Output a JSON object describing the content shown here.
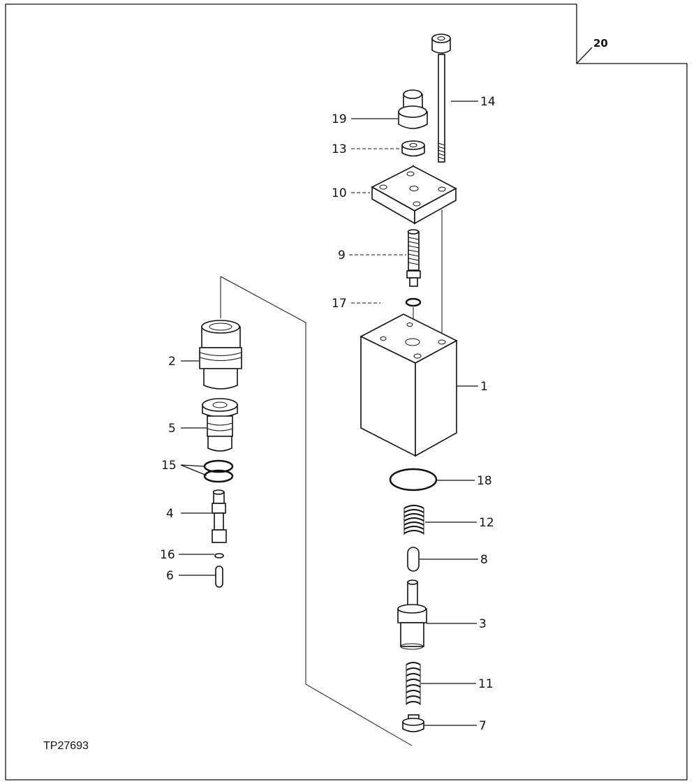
{
  "page_number": "20",
  "figure_id": "TP27693",
  "callouts": [
    {
      "id": "c1",
      "text": "1"
    },
    {
      "id": "c2",
      "text": "2"
    },
    {
      "id": "c3",
      "text": "3"
    },
    {
      "id": "c4",
      "text": "4"
    },
    {
      "id": "c5",
      "text": "5"
    },
    {
      "id": "c6",
      "text": "6"
    },
    {
      "id": "c7",
      "text": "7"
    },
    {
      "id": "c8",
      "text": "8"
    },
    {
      "id": "c9",
      "text": "9"
    },
    {
      "id": "c10",
      "text": "10"
    },
    {
      "id": "c11",
      "text": "11"
    },
    {
      "id": "c12",
      "text": "12"
    },
    {
      "id": "c13",
      "text": "13"
    },
    {
      "id": "c14",
      "text": "14"
    },
    {
      "id": "c15",
      "text": "15"
    },
    {
      "id": "c16",
      "text": "16"
    },
    {
      "id": "c17",
      "text": "17"
    },
    {
      "id": "c18",
      "text": "18"
    },
    {
      "id": "c19",
      "text": "19"
    }
  ]
}
